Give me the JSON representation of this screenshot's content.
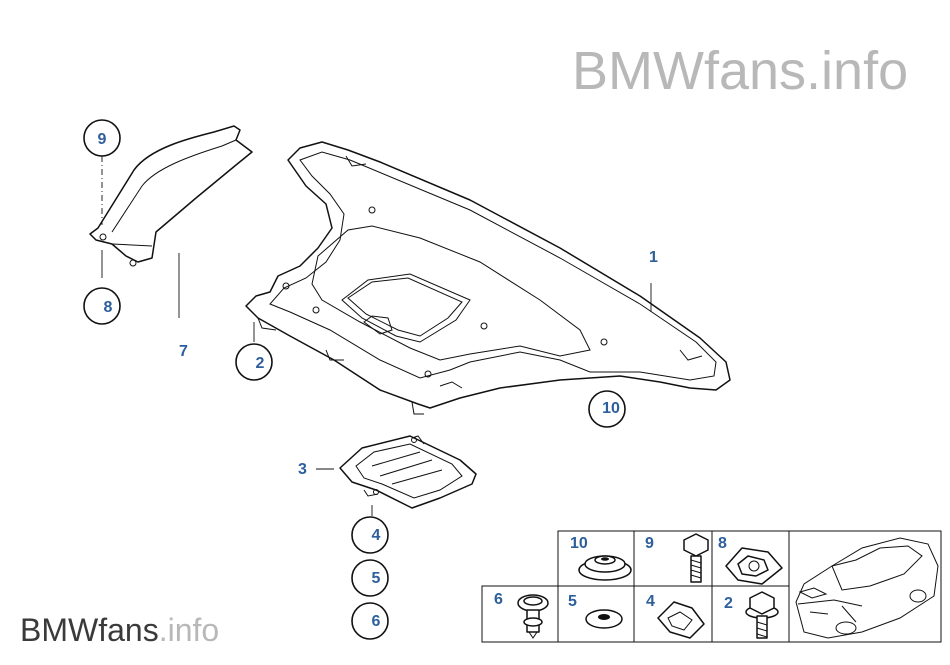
{
  "watermark": {
    "top_main": "BMWfans",
    "top_suffix": ".info",
    "bottom_main": "BMWfans",
    "bottom_suffix": ".info"
  },
  "callouts": {
    "c1": "1",
    "c2": "2",
    "c3": "3",
    "c4": "4",
    "c5": "5",
    "c6": "6",
    "c7": "7",
    "c8": "8",
    "c9": "9",
    "c10": "10"
  },
  "parts_grid": {
    "top_row": [
      "10",
      "9",
      "8"
    ],
    "bottom_row": [
      "6",
      "5",
      "4",
      "2"
    ]
  }
}
